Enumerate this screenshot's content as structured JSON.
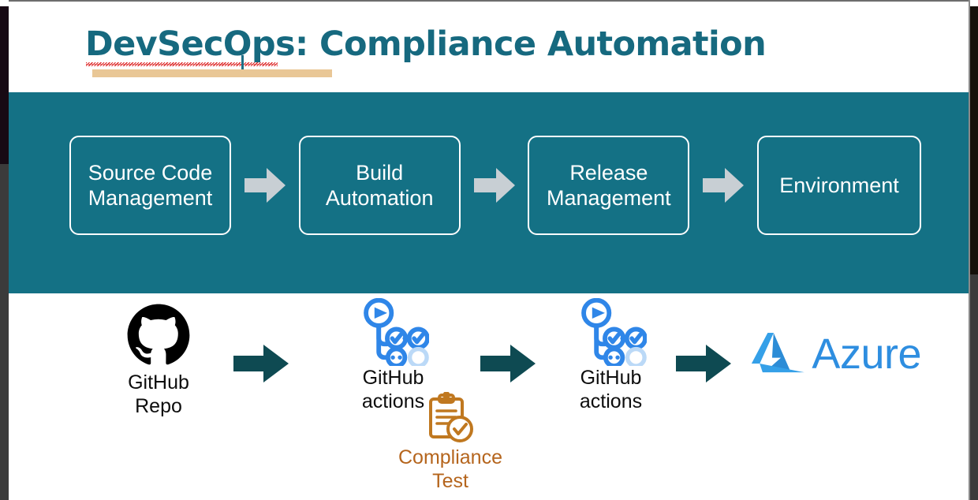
{
  "slide": {
    "title": "DevSecOps: Compliance Automation",
    "title_color": "#16697F",
    "accent_bar_color": "#E9C796",
    "spellcheck_underline_color": "#e03030",
    "band_color": "#147185"
  },
  "pipeline": {
    "arrow_color": "#C8CFD4",
    "box_border_color": "#FFFFFF",
    "box_text_color": "#FFFFFF",
    "stages": [
      {
        "label": "Source Code\nManagement"
      },
      {
        "label": "Build\nAutomation"
      },
      {
        "label": "Release\nManagement"
      },
      {
        "label": "Environment"
      }
    ]
  },
  "toolchain": {
    "arrow_color": "#0E4A52",
    "label_color": "#0d0d0d",
    "nodes": [
      {
        "icon": "github-octocat-icon",
        "label": "GitHub\nRepo"
      },
      {
        "icon": "github-actions-icon",
        "label": "GitHub\nactions"
      },
      {
        "icon": "github-actions-icon",
        "label": "GitHub\nactions"
      },
      {
        "icon": "azure-logo-icon",
        "label": "Azure"
      }
    ],
    "annotation": {
      "icon": "clipboard-check-icon",
      "label": "Compliance\nTest",
      "color": "#B5651D"
    },
    "azure_wordmark": "Azure",
    "azure_color": "#2E8EE0"
  }
}
